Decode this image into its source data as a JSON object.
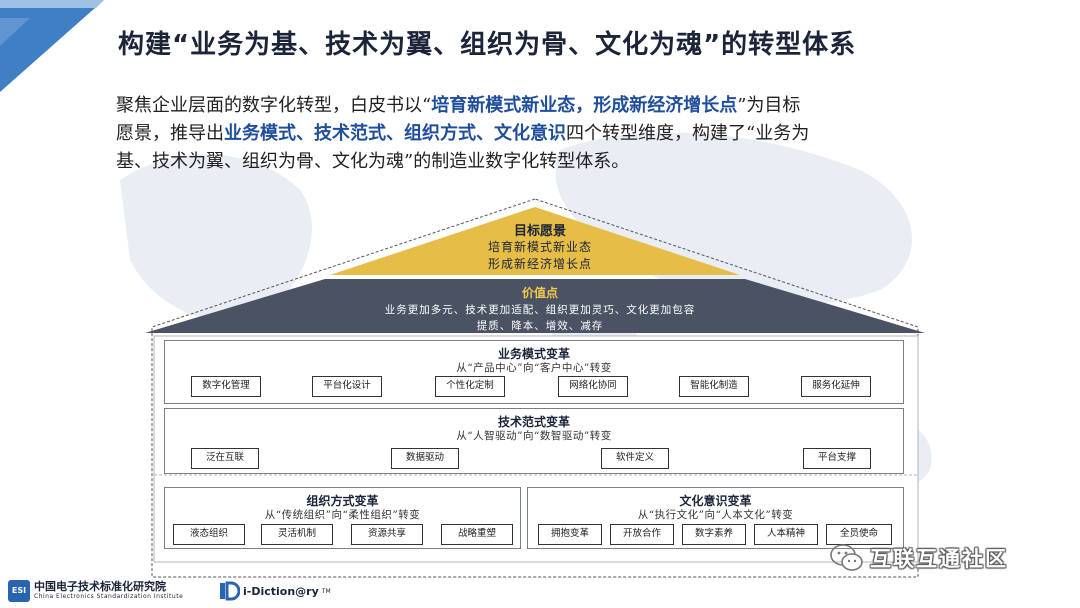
{
  "slide": {
    "title": "构建“业务为基、技术为翼、组织为骨、文化为魂”的转型体系",
    "intro_line1_pre": "聚焦企业层面的数字化转型，白皮书以“",
    "intro_line1_hl": "培育新模式新业态，形成新经济增长点",
    "intro_line1_post": "”为目标",
    "intro_line2_pre": "愿景，推导出",
    "intro_line2_hl": "业务模式、技术范式、组织方式、文化意识",
    "intro_line2_post": "四个转型维度，构建了“业务为",
    "intro_line3": "基、技术为翼、组织为骨、文化为魂”的制造业数字化转型体系。"
  },
  "roof": {
    "goal_title": "目标愿景",
    "goal_lines": [
      "培育新模式新业态",
      "形成新经济增长点"
    ],
    "value_title": "价值点",
    "value_lines": [
      "业务更加多元、技术更加适配、组织更加灵巧、文化更加包容",
      "提质、降本、增效、减存"
    ]
  },
  "sections": {
    "business": {
      "title": "业务模式变革",
      "subtitle": "从“产品中心”向“客户中心”转变",
      "tags": [
        "数字化管理",
        "平台化设计",
        "个性化定制",
        "网络化协同",
        "智能化制造",
        "服务化延伸"
      ]
    },
    "technology": {
      "title": "技术范式变革",
      "subtitle": "从“人智驱动”向“数智驱动”转变",
      "tags": [
        "泛在互联",
        "数据驱动",
        "软件定义",
        "平台支撑"
      ]
    },
    "organization": {
      "title": "组织方式变革",
      "subtitle": "从“传统组织”向“柔性组织”转变",
      "tags": [
        "液态组织",
        "灵活机制",
        "资源共享",
        "战略重塑"
      ]
    },
    "culture": {
      "title": "文化意识变革",
      "subtitle": "从“执行文化”向“人本文化”转变",
      "tags": [
        "拥抱变革",
        "开放合作",
        "数字素养",
        "人本精神",
        "全员使命"
      ]
    }
  },
  "footer": {
    "esi_badge": "ESI",
    "esi_cn": "中国电子技术标准化研究院",
    "esi_en": "China Electronics Standardization Institute",
    "idic_name": "i-Diction@ry",
    "idic_tm": "TM"
  },
  "watermark": {
    "text": "互联互通社区"
  },
  "colors": {
    "title_navy": "#1b2438",
    "highlight_blue": "#1f4e9c",
    "roof_gold": "#e6bd46",
    "roof_slate": "#4a5263",
    "value_title_yellow": "#f2c94c",
    "corner_blue": "#3f7fc6"
  }
}
